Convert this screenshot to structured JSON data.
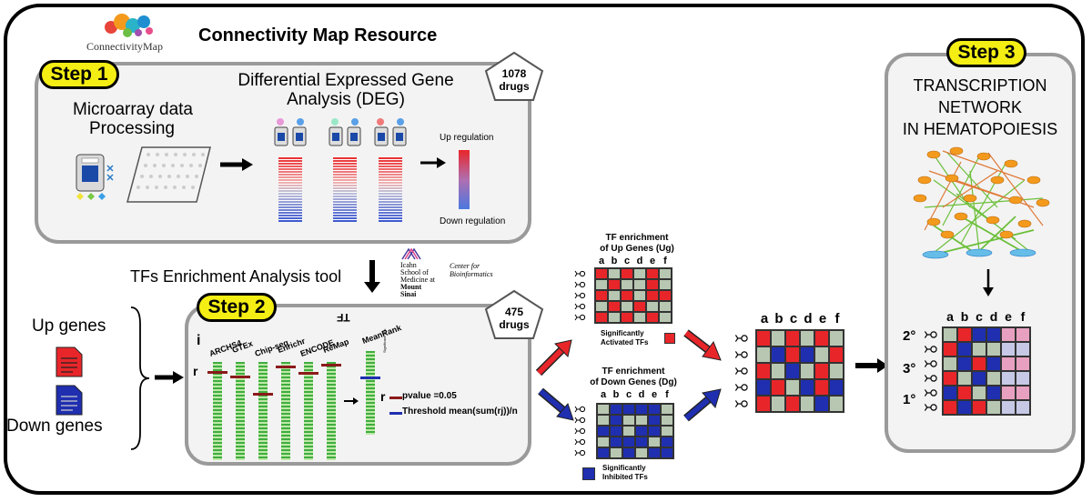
{
  "header": {
    "logo_text": "ConnectivityMap",
    "title": "Connectivity Map Resource"
  },
  "step1": {
    "badge": "Step 1",
    "microarray_label_1": "Microarray data",
    "microarray_label_2": "Processing",
    "deg_label_1": "Differential Expressed Gene",
    "deg_label_2": "Analysis (DEG)",
    "drugs_count": "1078",
    "drugs_label": "drugs",
    "up_regulation": "Up regulation",
    "down_regulation": "Down regulation"
  },
  "tf_tool": {
    "label": "TFs Enrichment Analysis tool",
    "icahn_lines": [
      "Icahn",
      "School of",
      "Medicine at",
      "Mount",
      "Sinai"
    ],
    "center_lines": [
      "Center for",
      "Bioinformatics"
    ]
  },
  "step2": {
    "badge": "Step 2",
    "drugs_count": "475",
    "drugs_label": "drugs",
    "i_label": "i",
    "r_label": "r",
    "tf_label": "TF",
    "libraries": [
      "ARCHS4",
      "GTEx",
      "Chip-seq",
      "Enrichr",
      "ENCODE",
      "ReMap"
    ],
    "meanrank": "MeanRank",
    "significant_tfs": "Significant TFs",
    "legend_r": "r",
    "pvalue": "pvalue =0.05",
    "threshold": "Threshold mean(sum(rj))/n"
  },
  "inputs": {
    "up_genes": "Up genes",
    "down_genes": "Down genes"
  },
  "enrich_up": {
    "title_1": "TF enrichment",
    "title_2": "of Up Genes (Ug)",
    "columns": [
      "a",
      "b",
      "c",
      "d",
      "e",
      "f"
    ],
    "caption_1": "Significantly",
    "caption_2": "Activated TFs",
    "pattern": [
      "RGRGRG",
      "GRGGRG",
      "RGRGRR",
      "GRGRGG",
      "RGRGRG"
    ]
  },
  "enrich_down": {
    "title_1": "TF enrichment",
    "title_2": "of Down Genes (Dg)",
    "columns": [
      "a",
      "b",
      "c",
      "d",
      "e",
      "f"
    ],
    "caption_1": "Significantly",
    "caption_2": "Inhibited TFs",
    "pattern": [
      "GBBBBG",
      "GBGGBG",
      "BBGBBG",
      "GBBBGB",
      "BGBGBB"
    ]
  },
  "combined": {
    "columns": [
      "a",
      "b",
      "c",
      "d",
      "e",
      "f"
    ],
    "pattern": [
      "RGRGRG",
      "GBRBGR",
      "RGBGRG",
      "BRGBRB",
      "RGRGBG"
    ]
  },
  "step3": {
    "badge": "Step 3",
    "title_1": "TRANSCRIPTION",
    "title_2": "NETWORK",
    "title_3": "IN HEMATOPOIESIS",
    "columns": [
      "a",
      "b",
      "c",
      "d",
      "e",
      "f"
    ],
    "rank_labels": [
      "2°",
      "3°",
      "1°"
    ],
    "pattern": [
      "GRBBPP",
      "RBGGPP",
      "GBRBPP",
      "RGBGPP",
      "BRGBPP",
      "RBRGPP"
    ]
  },
  "colors": {
    "red": "#e8262a",
    "green": "#b8c7b2",
    "blue": "#1f2fb0",
    "pink": "#e8a0c0",
    "lavender": "#c6c8e6",
    "badge_yellow": "#f4ee14"
  }
}
